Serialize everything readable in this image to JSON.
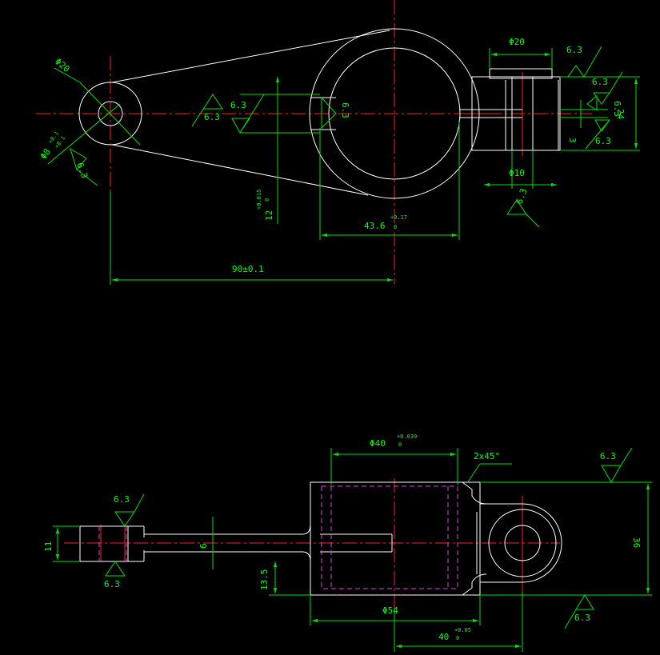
{
  "colors": {
    "background": "#000000",
    "outline": "#ffffff",
    "dimension": "#00e000",
    "centerline": "#ff2020",
    "hidden_line": "#e040e0"
  },
  "top_view": {
    "dia20_left": "Φ20",
    "dia8_main": "Φ8",
    "dia8_tol_upper": "+0.1",
    "dia8_tol_lower": "+0.1",
    "roughness_left": "6.3",
    "roughness_slot_a": "6.3",
    "roughness_slot_b": "6.3",
    "roughness_bore": "6.3",
    "dim_12_main": "12",
    "dim_12_tol_upper": "+0.015",
    "dim_12_tol_lower": "0",
    "dim_436_main": "43.6",
    "dim_436_tol_upper": "+0.17",
    "dim_436_tol_lower": "0",
    "dim_90": "90±0.1",
    "dia20_boss": "Φ20",
    "dia10_hole": "Φ10",
    "roughness_boss_top": "6.3",
    "roughness_boss_r1": "6.3",
    "roughness_boss_r2": "6.3",
    "roughness_boss_r3": "6.3",
    "roughness_boss_bottom": "6.3",
    "dim_24": "24",
    "dim_3": "3"
  },
  "bottom_view": {
    "dia40_main": "Φ40",
    "dia40_tol_upper": "+0.039",
    "dia40_tol_lower": "0",
    "chamfer": "2x45°",
    "roughness_top_right": "6.3",
    "roughness_left_top": "6.3",
    "roughness_left_bottom": "6.3",
    "roughness_bottom_right": "6.3",
    "dim_11": "11",
    "dim_6": "6",
    "dim_135": "13.5",
    "dim_36": "36",
    "dia54": "Φ54",
    "dim_40_main": "40",
    "dim_40_tol_upper": "+0.05",
    "dim_40_tol_lower": "0"
  }
}
